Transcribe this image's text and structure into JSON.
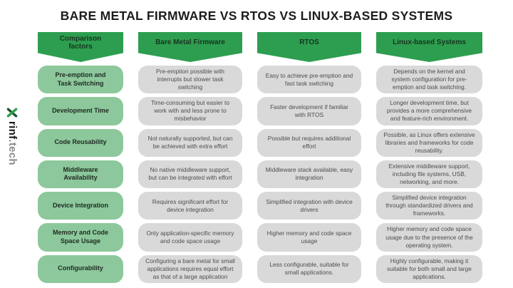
{
  "title": "BARE METAL FIRMWARE VS RTOS VS LINUX-BASED SYSTEMS",
  "logo": {
    "brand": "rinf",
    "suffix": ".tech"
  },
  "colors": {
    "banner_green": "#2d9e50",
    "pill_green": "#8cc89b",
    "cell_gray": "#d9d9d9"
  },
  "header": {
    "factor": "Comparison factors",
    "columns": [
      "Bare Metal Firmware",
      "RTOS",
      "Linux-based Systems"
    ]
  },
  "rows": [
    {
      "factor": "Pre-emption and Task Switching",
      "bare_metal": "Pre-emption possible with interrupts but slower task switching",
      "rtos": "Easy to achieve pre-emption and fast task switching",
      "linux": "Depends on the kernel and system configuration for pre-emption and task switching."
    },
    {
      "factor": "Development Time",
      "bare_metal": "Time-consuming but easier to work with and less prone to misbehavior",
      "rtos": "Faster development if familiar with RTOS",
      "linux": "Longer development time, but provides a more comprehensive and feature-rich environment."
    },
    {
      "factor": "Code Reusability",
      "bare_metal": "Not naturally supported, but can be achieved with extra effort",
      "rtos": "Possible but requires additional effort",
      "linux": "Possible, as Linux offers extensive libraries and frameworks for code reusability."
    },
    {
      "factor": "Middleware Availability",
      "bare_metal": "No native middleware support, but can be integrated with effort",
      "rtos": "Middleware stack available, easy integration",
      "linux": "Extensive middleware support, including file systems, USB, networking, and more."
    },
    {
      "factor": "Device Integration",
      "bare_metal": "Requires significant effort for device integration",
      "rtos": "Simplified integration with device drivers",
      "linux": "Simplified device integration through standardized drivers and frameworks."
    },
    {
      "factor": "Memory and Code Space Usage",
      "bare_metal": "Only application-specific memory and code space usage",
      "rtos": "Higher memory and code space usage",
      "linux": "Higher memory and code space usage due to the presence of the operating system."
    },
    {
      "factor": "Configurability",
      "bare_metal": "Configuring a bare metal for small applications requires equal effort as that of a large application",
      "rtos": "Less configurable, suitable for small applications.",
      "linux": "Highly configurable, making it suitable for both small and large applications."
    }
  ]
}
